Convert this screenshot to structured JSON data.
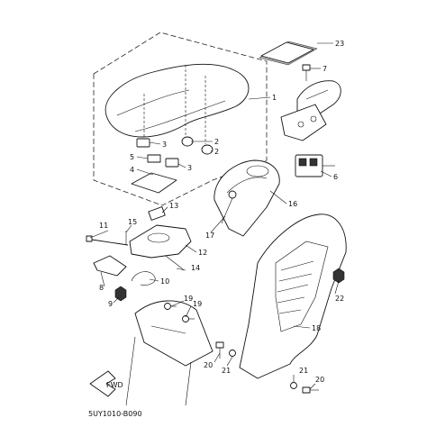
{
  "callouts": [
    {
      "id": "c1",
      "label": "1"
    },
    {
      "id": "c2a",
      "label": "2"
    },
    {
      "id": "c2b",
      "label": "2"
    },
    {
      "id": "c3a",
      "label": "3"
    },
    {
      "id": "c3b",
      "label": "3"
    },
    {
      "id": "c4",
      "label": "4"
    },
    {
      "id": "c5",
      "label": "5"
    },
    {
      "id": "c6",
      "label": "6"
    },
    {
      "id": "c7",
      "label": "7"
    },
    {
      "id": "c8",
      "label": "8"
    },
    {
      "id": "c9",
      "label": "9"
    },
    {
      "id": "c10",
      "label": "10"
    },
    {
      "id": "c11",
      "label": "11"
    },
    {
      "id": "c12",
      "label": "12"
    },
    {
      "id": "c13",
      "label": "13"
    },
    {
      "id": "c14",
      "label": "14"
    },
    {
      "id": "c15",
      "label": "15"
    },
    {
      "id": "c16",
      "label": "16"
    },
    {
      "id": "c17",
      "label": "17"
    },
    {
      "id": "c18",
      "label": "18"
    },
    {
      "id": "c19a",
      "label": "19"
    },
    {
      "id": "c19b",
      "label": "19"
    },
    {
      "id": "c20a",
      "label": "20"
    },
    {
      "id": "c20b",
      "label": "20"
    },
    {
      "id": "c21a",
      "label": "21"
    },
    {
      "id": "c21b",
      "label": "21"
    },
    {
      "id": "c22",
      "label": "22"
    },
    {
      "id": "c23",
      "label": "23"
    }
  ],
  "diagram_code": "5UY1010-B090",
  "front_marker": "FWD"
}
